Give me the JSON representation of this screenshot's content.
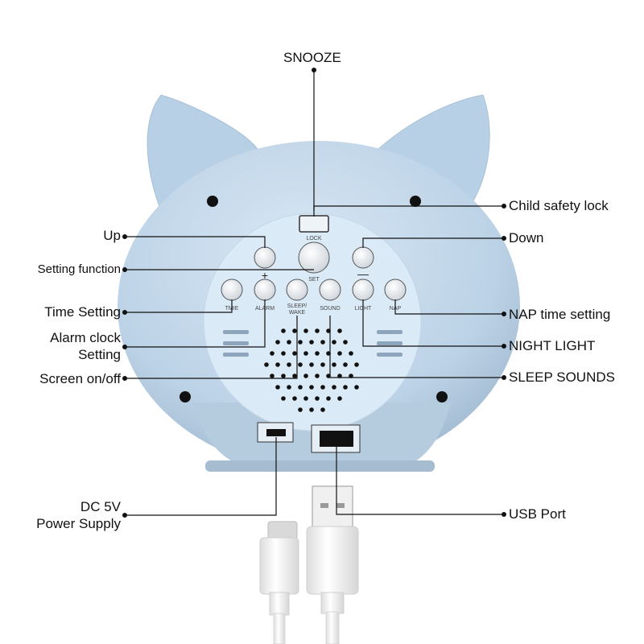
{
  "callouts": {
    "snooze": "SNOOZE",
    "child_lock": "Child safety lock",
    "up": "Up",
    "down": "Down",
    "setting_function": "Setting function",
    "time_setting": "Time Setting",
    "nap_time_setting": "NAP time setting",
    "alarm_line1": "Alarm clock",
    "alarm_line2": "Setting",
    "night_light": "NIGHT LIGHT",
    "screen_onoff": "Screen on/off",
    "sleep_sounds": "SLEEP SOUNDS",
    "dc_line1": "DC 5V",
    "dc_line2": "Power Supply",
    "usb_port": "USB Port"
  },
  "device_labels": {
    "lock": "LOCK",
    "set": "SET",
    "plus": "+",
    "minus": "—",
    "time": "TMIE",
    "alarm": "ALARM",
    "sleep_wake_1": "SLEEP/",
    "sleep_wake_2": "WAKE",
    "sound": "SOUND",
    "light": "LIGHT",
    "nap": "NAP"
  },
  "colors": {
    "body": "#c9ddee",
    "panel": "#d9e9f7",
    "line": "#111111",
    "cable": "#f4f4f4"
  }
}
